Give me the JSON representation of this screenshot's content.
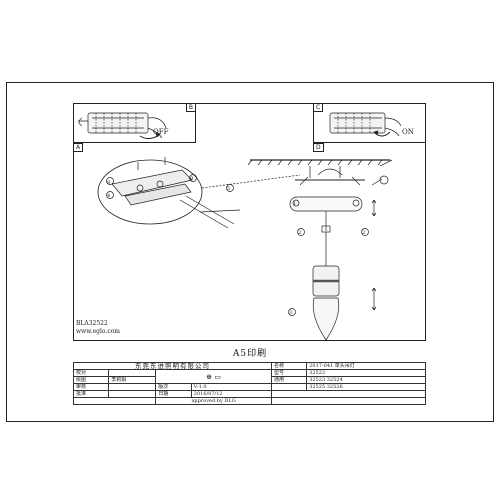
{
  "panels": {
    "b_tag": "B",
    "c_tag": "C",
    "a_tag": "A",
    "d_tag": "D",
    "off_label": "OFF",
    "on_label": "ON"
  },
  "model_info": {
    "code": "BLA32522",
    "website": "www.eglo.com"
  },
  "caption": "A5印刷",
  "title_block": {
    "company": "东莞东进照明有限公司",
    "role_1": "校对",
    "role_2": "绘图",
    "drawer_name": "李莉娟",
    "role_3": "审核",
    "role_4": "批准",
    "approved": "approved by DLG",
    "version_label": "版次",
    "version": "V-1.0",
    "date_label": "日期",
    "date": "2016/07/12",
    "name_label": "名称",
    "name_value": "2017-041 单头吊灯",
    "model_label": "型号",
    "model_value": "32522",
    "applies_label": "通用",
    "applies_1": "32523 32524",
    "applies_2": "32525 32526"
  }
}
